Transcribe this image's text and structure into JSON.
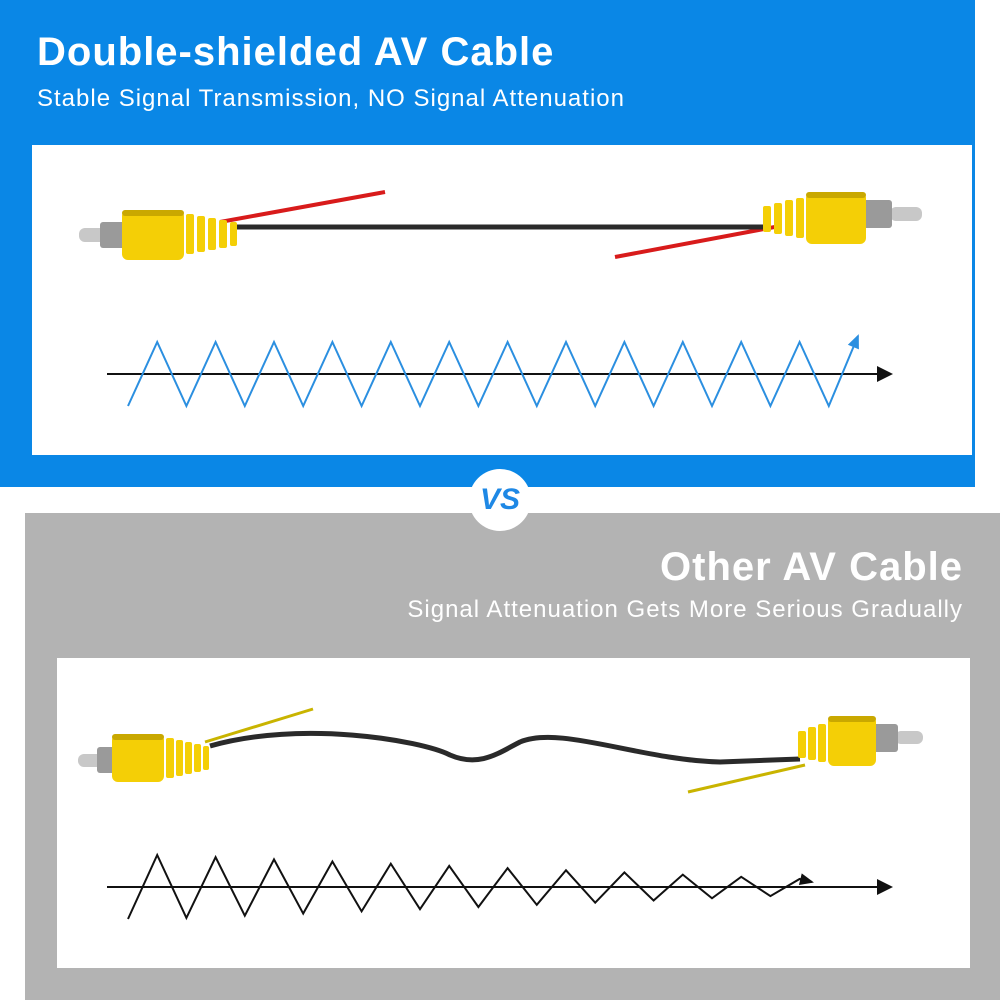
{
  "colors": {
    "top_bg": "#0a87e6",
    "bottom_bg": "#b3b3b3",
    "card_bg": "#ffffff",
    "title_text": "#ffffff",
    "vs_text": "#1e88e5",
    "plug_yellow": "#f4cf06",
    "plug_yellow_dark": "#c9a800",
    "metal": "#c8c8c8",
    "cable_black": "#2a2a2a",
    "wire_red": "#d81b1b",
    "wire_yellow": "#c9b400",
    "wave_blue": "#2b8fe0",
    "wave_black": "#111111"
  },
  "top": {
    "title": "Double-shielded AV Cable",
    "subtitle": "Stable Signal Transmission, NO Signal Attenuation"
  },
  "vs_label": "VS",
  "bottom": {
    "title": "Other AV Cable",
    "subtitle": "Signal Attenuation Gets More Serious Gradually"
  },
  "icons": {
    "top_cable": "rca-cable-icon",
    "bottom_cable": "rca-cable-icon",
    "top_wave": "stable-signal-wave-icon",
    "bottom_wave": "attenuating-signal-wave-icon"
  }
}
